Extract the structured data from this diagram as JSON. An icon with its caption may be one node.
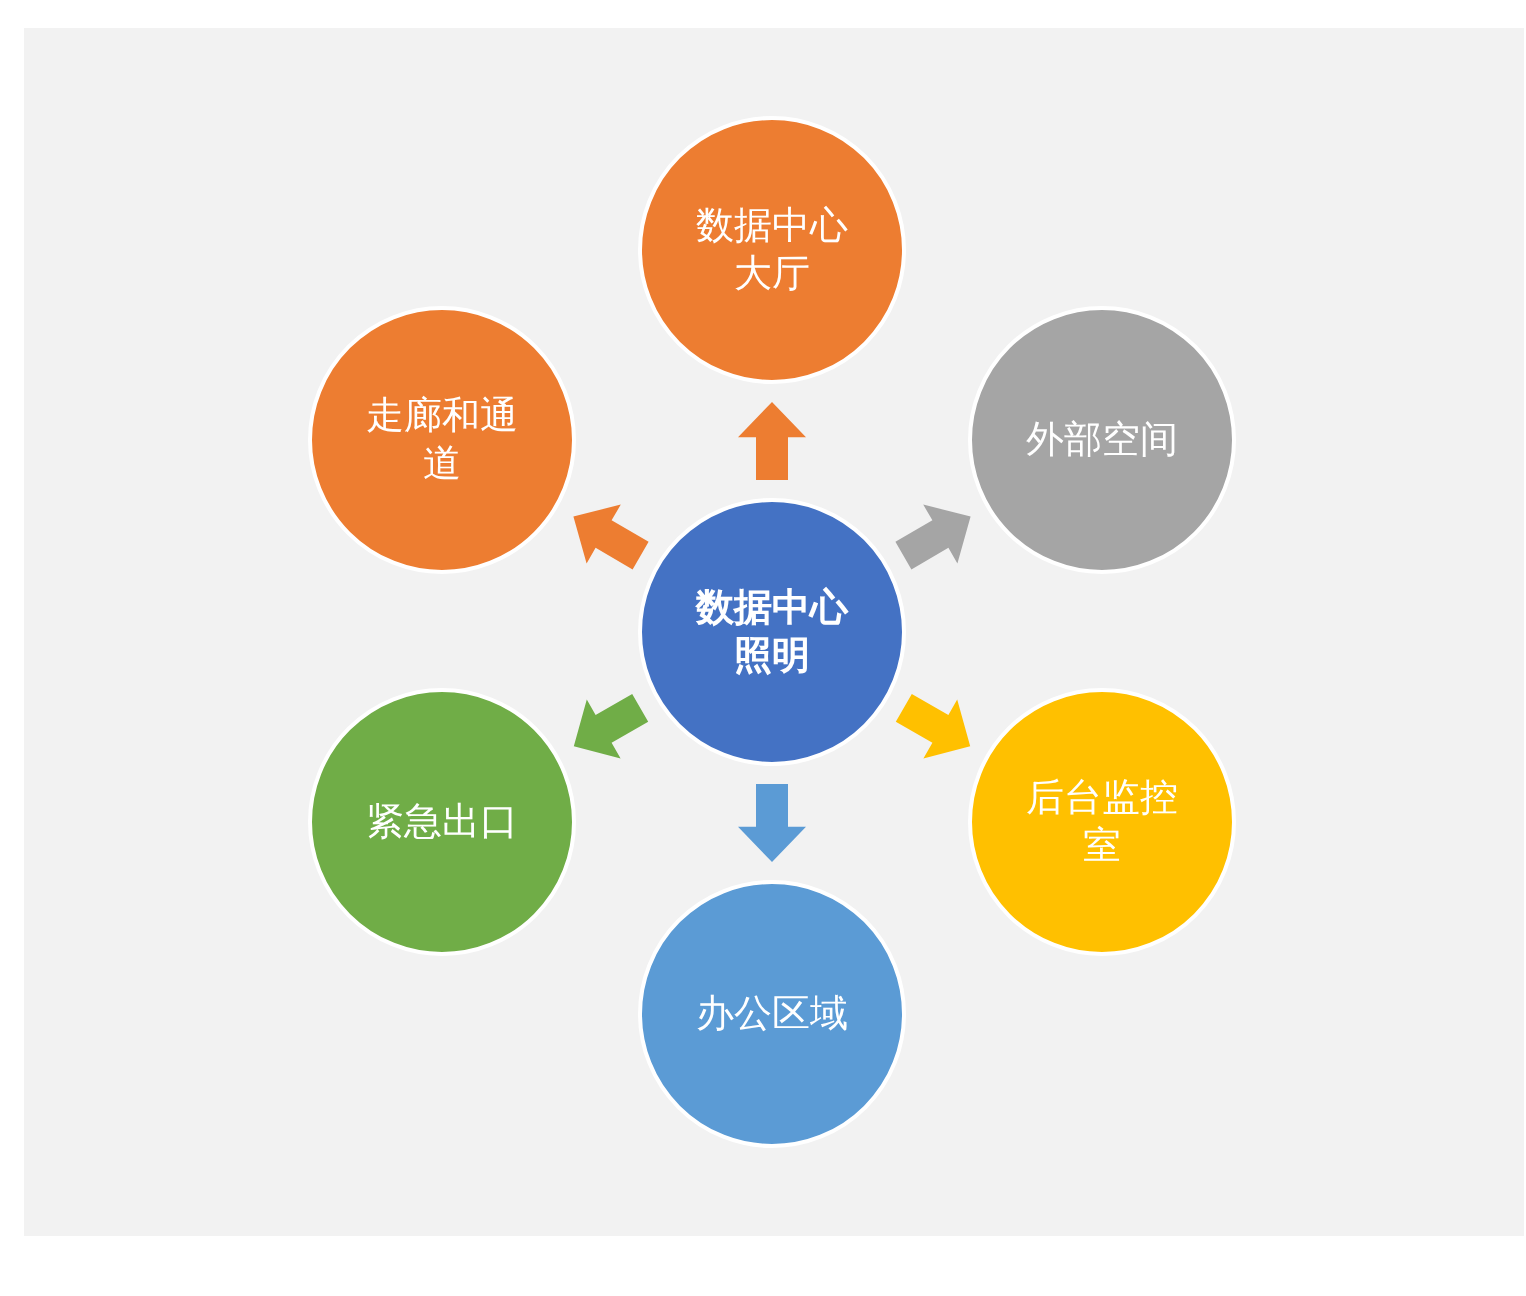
{
  "diagram": {
    "nodes": [
      {
        "text": [
          "数据中心照明"
        ]
      },
      {
        "text": [
          "数据中心大厅"
        ]
      },
      {
        "text": [
          "外部空间"
        ]
      },
      {
        "text": [
          "后台监控室"
        ]
      },
      {
        "text": [
          "办公区域"
        ]
      },
      {
        "text": [
          "紧急出口"
        ]
      },
      {
        "text": [
          "走廊和通道"
        ]
      }
    ],
    "edges": [
      {
        "from": 0,
        "to": 1,
        "arrow": "to",
        "color": "#ed7d31"
      },
      {
        "from": 0,
        "to": 2,
        "arrow": "to",
        "color": "#a5a5a5"
      },
      {
        "from": 0,
        "to": 3,
        "arrow": "to",
        "color": "#ffc000"
      },
      {
        "from": 0,
        "to": 4,
        "arrow": "to",
        "color": "#5b9bd5"
      },
      {
        "from": 0,
        "to": 5,
        "arrow": "to",
        "color": "#70ad47"
      },
      {
        "from": 0,
        "to": 6,
        "arrow": "to",
        "color": "#ed7d31"
      }
    ]
  }
}
